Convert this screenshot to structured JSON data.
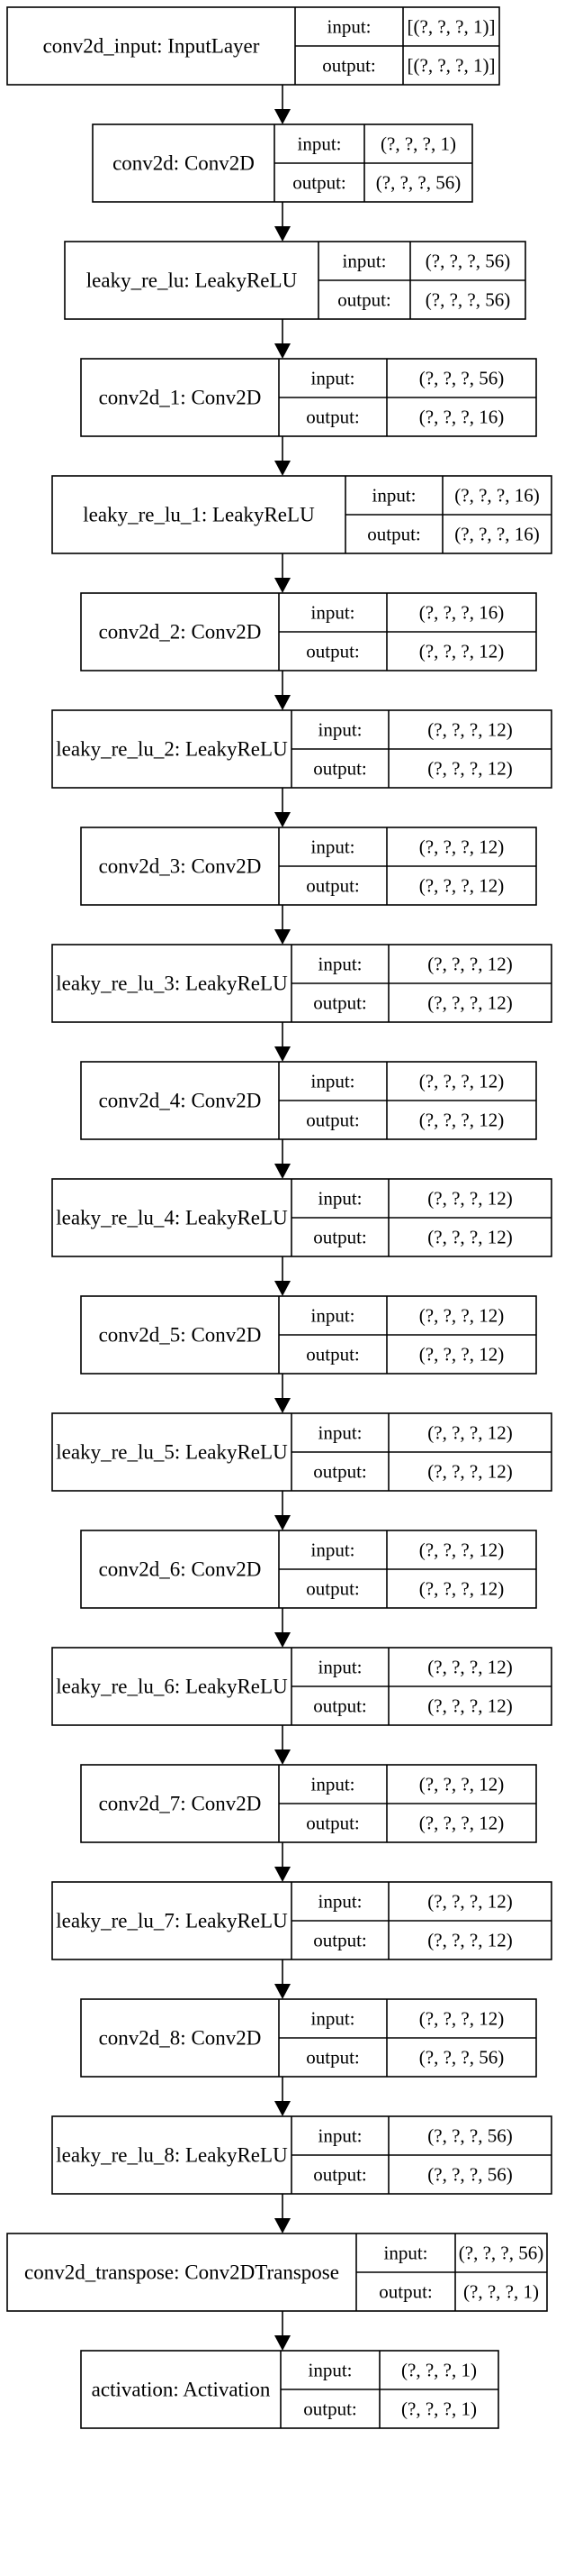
{
  "io_labels": {
    "input": "input:",
    "output": "output:"
  },
  "layers": [
    {
      "name": "conv2d_input: InputLayer",
      "input": "[(?, ?, ?, 1)]",
      "output": "[(?, ?, ?, 1)]"
    },
    {
      "name": "conv2d: Conv2D",
      "input": "(?, ?, ?, 1)",
      "output": "(?, ?, ?, 56)"
    },
    {
      "name": "leaky_re_lu: LeakyReLU",
      "input": "(?, ?, ?, 56)",
      "output": "(?, ?, ?, 56)"
    },
    {
      "name": "conv2d_1: Conv2D",
      "input": "(?, ?, ?, 56)",
      "output": "(?, ?, ?, 16)"
    },
    {
      "name": "leaky_re_lu_1: LeakyReLU",
      "input": "(?, ?, ?, 16)",
      "output": "(?, ?, ?, 16)"
    },
    {
      "name": "conv2d_2: Conv2D",
      "input": "(?, ?, ?, 16)",
      "output": "(?, ?, ?, 12)"
    },
    {
      "name": "leaky_re_lu_2: LeakyReLU",
      "input": "(?, ?, ?, 12)",
      "output": "(?, ?, ?, 12)"
    },
    {
      "name": "conv2d_3: Conv2D",
      "input": "(?, ?, ?, 12)",
      "output": "(?, ?, ?, 12)"
    },
    {
      "name": "leaky_re_lu_3: LeakyReLU",
      "input": "(?, ?, ?, 12)",
      "output": "(?, ?, ?, 12)"
    },
    {
      "name": "conv2d_4: Conv2D",
      "input": "(?, ?, ?, 12)",
      "output": "(?, ?, ?, 12)"
    },
    {
      "name": "leaky_re_lu_4: LeakyReLU",
      "input": "(?, ?, ?, 12)",
      "output": "(?, ?, ?, 12)"
    },
    {
      "name": "conv2d_5: Conv2D",
      "input": "(?, ?, ?, 12)",
      "output": "(?, ?, ?, 12)"
    },
    {
      "name": "leaky_re_lu_5: LeakyReLU",
      "input": "(?, ?, ?, 12)",
      "output": "(?, ?, ?, 12)"
    },
    {
      "name": "conv2d_6: Conv2D",
      "input": "(?, ?, ?, 12)",
      "output": "(?, ?, ?, 12)"
    },
    {
      "name": "leaky_re_lu_6: LeakyReLU",
      "input": "(?, ?, ?, 12)",
      "output": "(?, ?, ?, 12)"
    },
    {
      "name": "conv2d_7: Conv2D",
      "input": "(?, ?, ?, 12)",
      "output": "(?, ?, ?, 12)"
    },
    {
      "name": "leaky_re_lu_7: LeakyReLU",
      "input": "(?, ?, ?, 12)",
      "output": "(?, ?, ?, 12)"
    },
    {
      "name": "conv2d_8: Conv2D",
      "input": "(?, ?, ?, 12)",
      "output": "(?, ?, ?, 56)"
    },
    {
      "name": "leaky_re_lu_8: LeakyReLU",
      "input": "(?, ?, ?, 56)",
      "output": "(?, ?, ?, 56)"
    },
    {
      "name": "conv2d_transpose: Conv2DTranspose",
      "input": "(?, ?, ?, 56)",
      "output": "(?, ?, ?, 1)"
    },
    {
      "name": "activation: Activation",
      "input": "(?, ?, ?, 1)",
      "output": "(?, ?, ?, 1)"
    }
  ]
}
